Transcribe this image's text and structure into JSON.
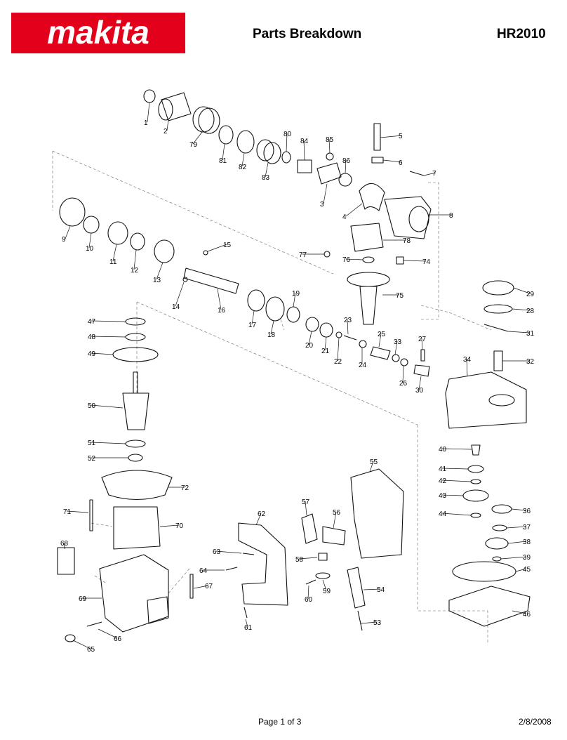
{
  "header": {
    "brand": "makita",
    "title": "Parts Breakdown",
    "model": "HR2010",
    "brand_color": "#e2001a"
  },
  "footer": {
    "page": "Page 1 of 3",
    "date": "2/8/2008"
  },
  "diagram": {
    "part_numbers": [
      "1",
      "2",
      "3",
      "4",
      "5",
      "6",
      "7",
      "8",
      "9",
      "10",
      "11",
      "12",
      "13",
      "14",
      "15",
      "16",
      "17",
      "18",
      "19",
      "20",
      "21",
      "22",
      "23",
      "24",
      "25",
      "26",
      "27",
      "28",
      "29",
      "30",
      "31",
      "32",
      "33",
      "34",
      "36",
      "37",
      "38",
      "39",
      "40",
      "41",
      "42",
      "43",
      "44",
      "45",
      "46",
      "47",
      "48",
      "49",
      "50",
      "51",
      "52",
      "53",
      "54",
      "55",
      "56",
      "57",
      "58",
      "59",
      "60",
      "61",
      "62",
      "63",
      "64",
      "65",
      "66",
      "67",
      "68",
      "69",
      "70",
      "71",
      "72",
      "74",
      "75",
      "76",
      "77",
      "78",
      "79",
      "80",
      "81",
      "82",
      "83",
      "84",
      "85",
      "86"
    ]
  }
}
